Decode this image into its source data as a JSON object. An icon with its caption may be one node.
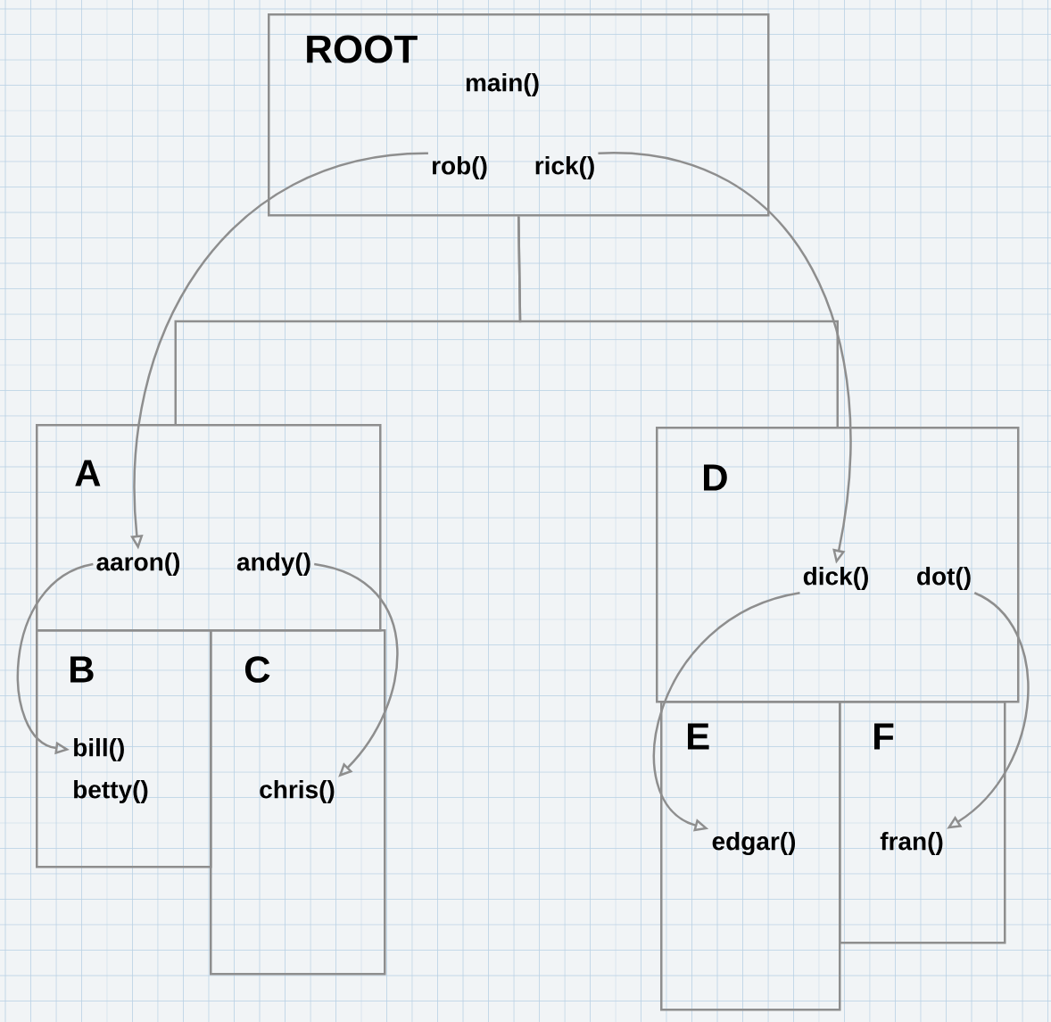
{
  "diagram": {
    "nodes": [
      {
        "text": [
          "ROOT",
          "main()"
        ]
      },
      {
        "text": [
          "rob()"
        ],
        "in": 0
      },
      {
        "text": [
          "rick()"
        ],
        "in": 0
      },
      {
        "text": [
          "A"
        ]
      },
      {
        "text": [
          "aaron()"
        ],
        "in": 3
      },
      {
        "text": [
          "andy()"
        ],
        "in": 3
      },
      {
        "text": [
          "B"
        ]
      },
      {
        "text": [
          "bill()"
        ],
        "in": 6
      },
      {
        "text": [
          "betty()"
        ],
        "in": 6
      },
      {
        "text": [
          "C"
        ]
      },
      {
        "text": [
          "chris()"
        ],
        "in": 9
      },
      {
        "text": [
          "D"
        ]
      },
      {
        "text": [
          "dick()"
        ],
        "in": 11
      },
      {
        "text": [
          "dot()"
        ],
        "in": 11
      },
      {
        "text": [
          "E"
        ]
      },
      {
        "text": [
          "edgar()"
        ],
        "in": 14
      },
      {
        "text": [
          "F"
        ]
      },
      {
        "text": [
          "fran()"
        ],
        "in": 16
      }
    ],
    "edges": [
      {
        "from": 0,
        "to": 3,
        "arrow": "none"
      },
      {
        "from": 0,
        "to": 11,
        "arrow": "none"
      },
      {
        "from": 1,
        "to": 4,
        "arrow": "to"
      },
      {
        "from": 2,
        "to": 12,
        "arrow": "to"
      },
      {
        "from": 4,
        "to": 7,
        "arrow": "to"
      },
      {
        "from": 5,
        "to": 10,
        "arrow": "to"
      },
      {
        "from": 12,
        "to": 15,
        "arrow": "to"
      },
      {
        "from": 13,
        "to": 17,
        "arrow": "to"
      }
    ]
  }
}
